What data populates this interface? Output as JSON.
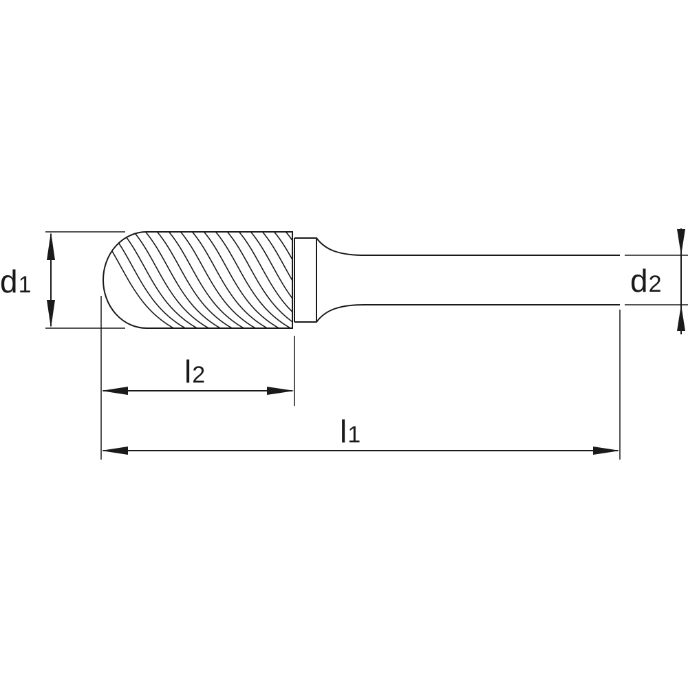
{
  "colors": {
    "line": "#1a1a1a",
    "background": "#ffffff"
  },
  "dimensions": {
    "d1": {
      "main": "d",
      "sub": "1"
    },
    "d2": {
      "main": "d",
      "sub": "2"
    },
    "l2": {
      "main": "l",
      "sub": "2"
    },
    "l1": {
      "main": "l",
      "sub": "1"
    }
  }
}
